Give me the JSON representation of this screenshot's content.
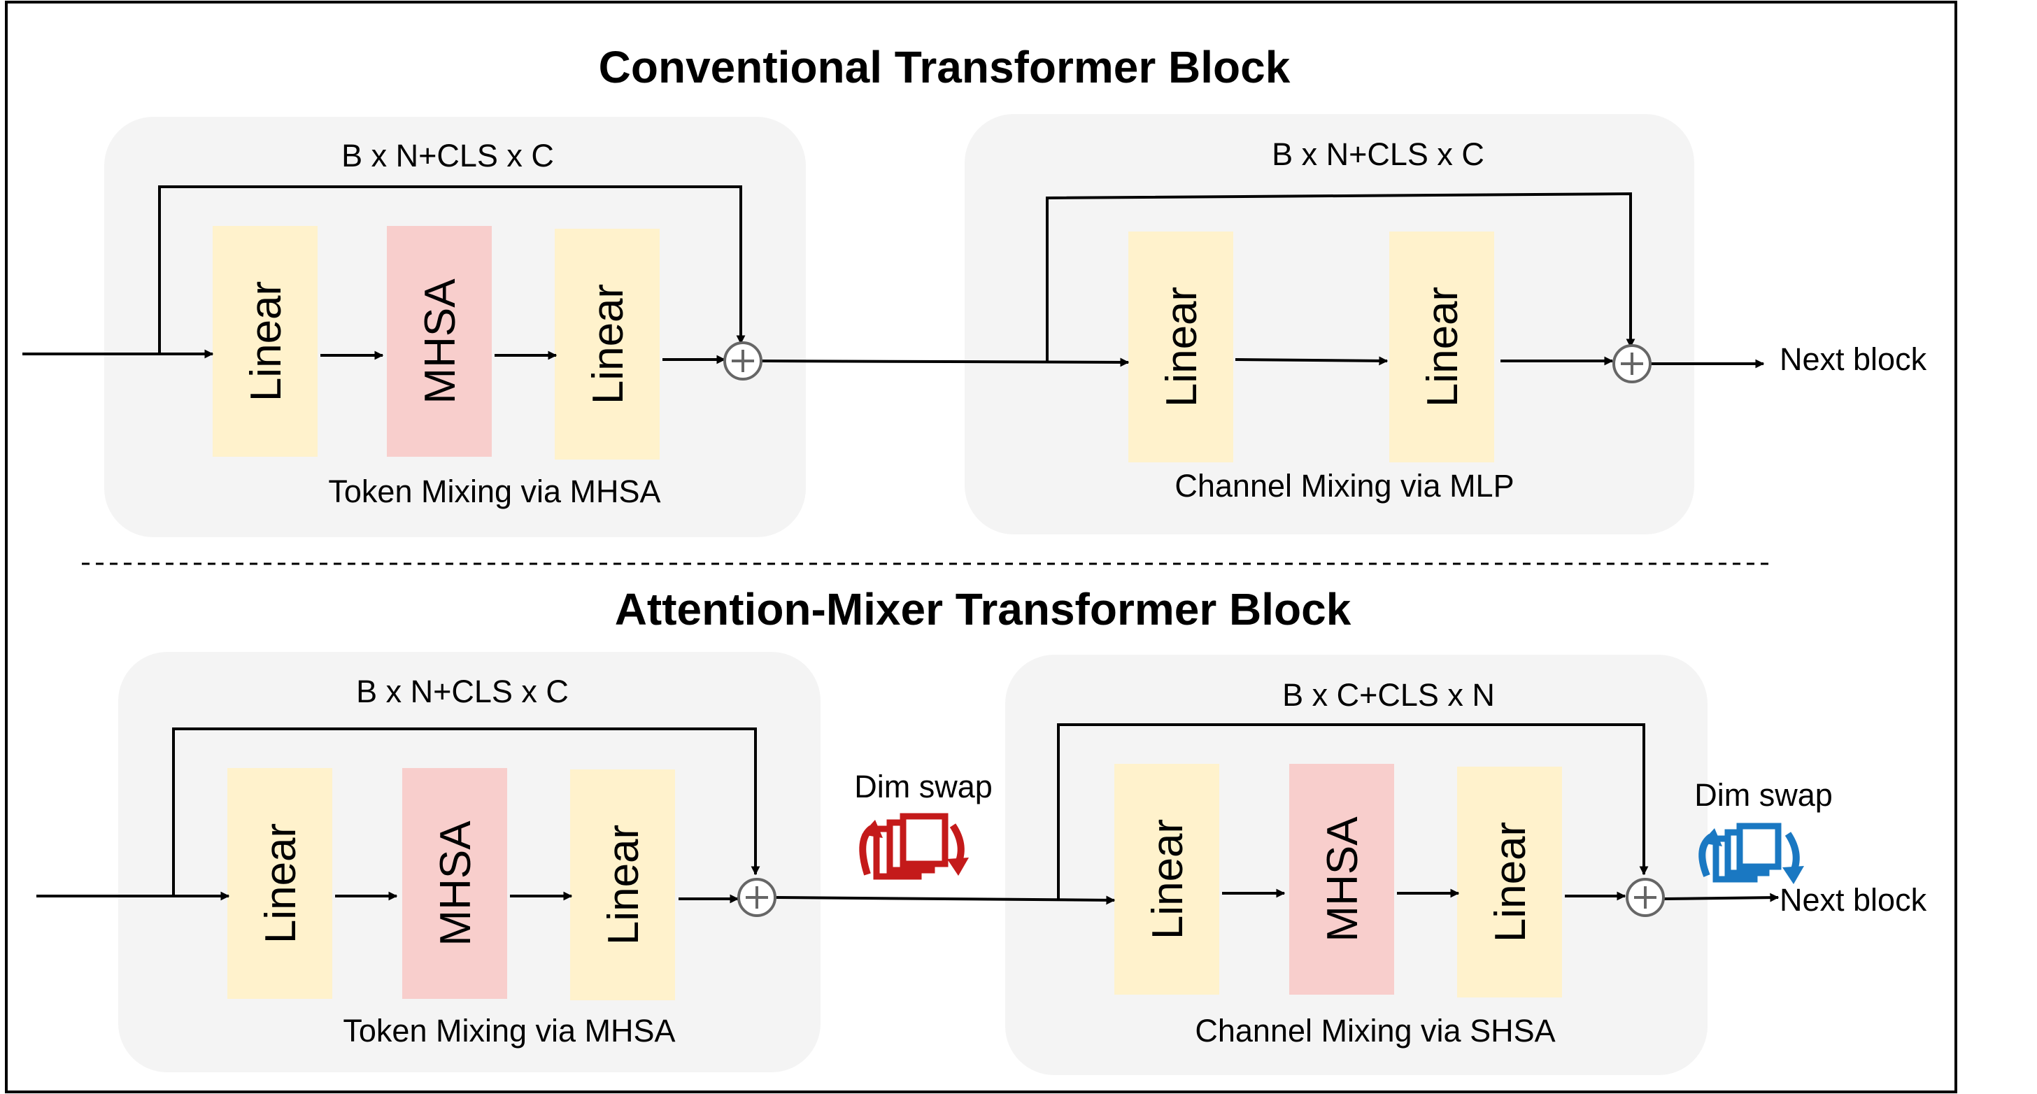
{
  "top": {
    "title": "Conventional Transformer Block",
    "token_panel": {
      "shape_label": "B x N+CLS x C",
      "caption": "Token Mixing via MHSA",
      "blocks": [
        "Linear",
        "MHSA",
        "Linear"
      ]
    },
    "channel_panel": {
      "shape_label": "B x N+CLS x C",
      "caption": "Channel Mixing via MLP",
      "blocks": [
        "Linear",
        "Linear"
      ]
    },
    "output_label": "Next block"
  },
  "bottom": {
    "title": "Attention-Mixer Transformer Block",
    "token_panel": {
      "shape_label": "B x N+CLS x C",
      "caption": "Token Mixing via MHSA",
      "blocks": [
        "Linear",
        "MHSA",
        "Linear"
      ]
    },
    "dim_swap_1": {
      "label": "Dim swap",
      "color": "#c41a1a"
    },
    "channel_panel": {
      "shape_label": "B x C+CLS x N",
      "caption": "Channel Mixing via SHSA",
      "blocks": [
        "Linear",
        "MHSA",
        "Linear"
      ]
    },
    "dim_swap_2": {
      "label": "Dim swap",
      "color": "#1a78c2"
    },
    "output_label": "Next block"
  },
  "colors": {
    "panel": "#f4f4f4",
    "linear": "#fff2cc",
    "mhsa": "#f8cecc",
    "dim_swap_red": "#c41a1a",
    "dim_swap_blue": "#1a78c2"
  }
}
